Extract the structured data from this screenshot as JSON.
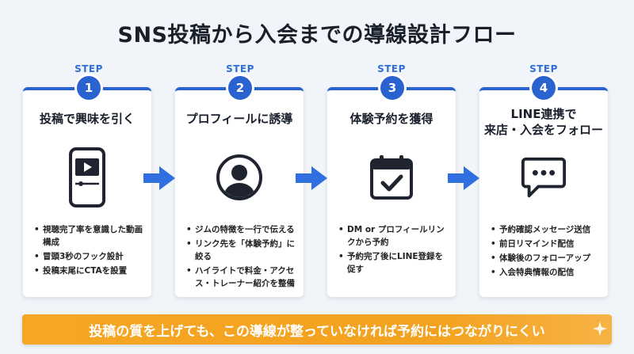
{
  "title": "SNS投稿から入会までの導線設計フロー",
  "steps": [
    {
      "label": "STEP",
      "number": "1",
      "heading": "投稿で興味を引く",
      "icon": "smartphone-video-icon",
      "bullets": [
        "視聴完了率を意識した動画構成",
        "冒頭3秒のフック設計",
        "投稿末尾にCTAを設置"
      ]
    },
    {
      "label": "STEP",
      "number": "2",
      "heading": "プロフィールに誘導",
      "icon": "user-profile-icon",
      "bullets": [
        "ジムの特徴を一行で伝える",
        "リンク先を「体験予約」に絞る",
        "ハイライトで料金・アクセス・トレーナー紹介を整備"
      ]
    },
    {
      "label": "STEP",
      "number": "3",
      "heading": "体験予約を獲得",
      "icon": "calendar-check-icon",
      "bullets": [
        "DM or プロフィールリンクから予約",
        "予約完了後にLINE登録を促す"
      ]
    },
    {
      "label": "STEP",
      "number": "4",
      "heading_line1": "LINE連携で",
      "heading_line2": "来店・入会をフォロー",
      "icon": "chat-bubble-icon",
      "bullets": [
        "予約確認メッセージ送信",
        "前日リマインド配信",
        "体験後のフォローアップ",
        "入会特典情報の配信"
      ]
    }
  ],
  "banner": "投稿の質を上げても、この導線が整っていなければ予約にはつながりにくい",
  "colors": {
    "accent": "#2a62d0",
    "banner": "#f5a623",
    "background": "#f1f4f8"
  }
}
